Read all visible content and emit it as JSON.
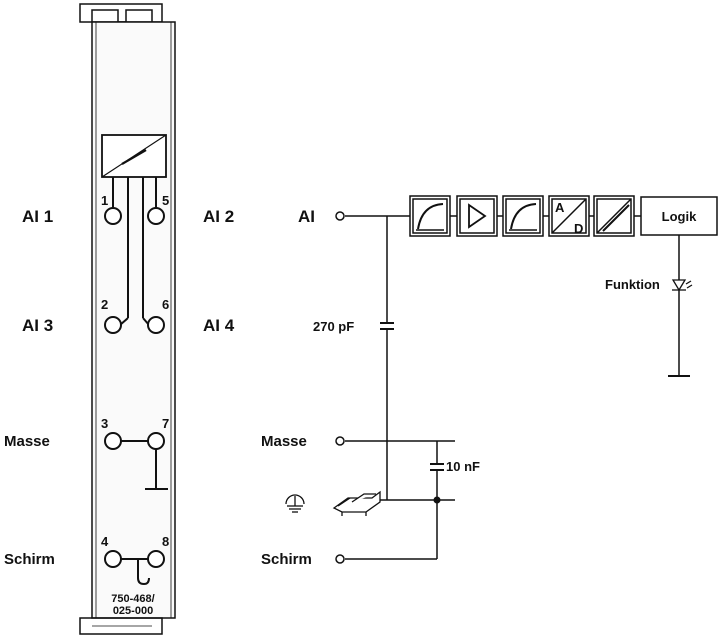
{
  "module": {
    "part_number_line1": "750-468/",
    "part_number_line2": "025-000",
    "terminal_numbers": [
      "1",
      "5",
      "2",
      "6",
      "3",
      "7",
      "4",
      "8"
    ]
  },
  "left_labels": {
    "ai1": "AI 1",
    "ai3": "AI 3",
    "masse": "Masse",
    "schirm": "Schirm"
  },
  "mid_labels": {
    "ai2": "AI 2",
    "ai4": "AI 4"
  },
  "schematic": {
    "input_label": "AI",
    "capacitor_1": "270 pF",
    "capacitor_2": "10 nF",
    "masse_label": "Masse",
    "schirm_label": "Schirm",
    "adc_top": "A",
    "adc_bottom": "D",
    "logic_label": "Logik",
    "function_label": "Funktion"
  },
  "icons": [
    "earth-ground-icon",
    "din-rail-icon",
    "led-icon"
  ]
}
